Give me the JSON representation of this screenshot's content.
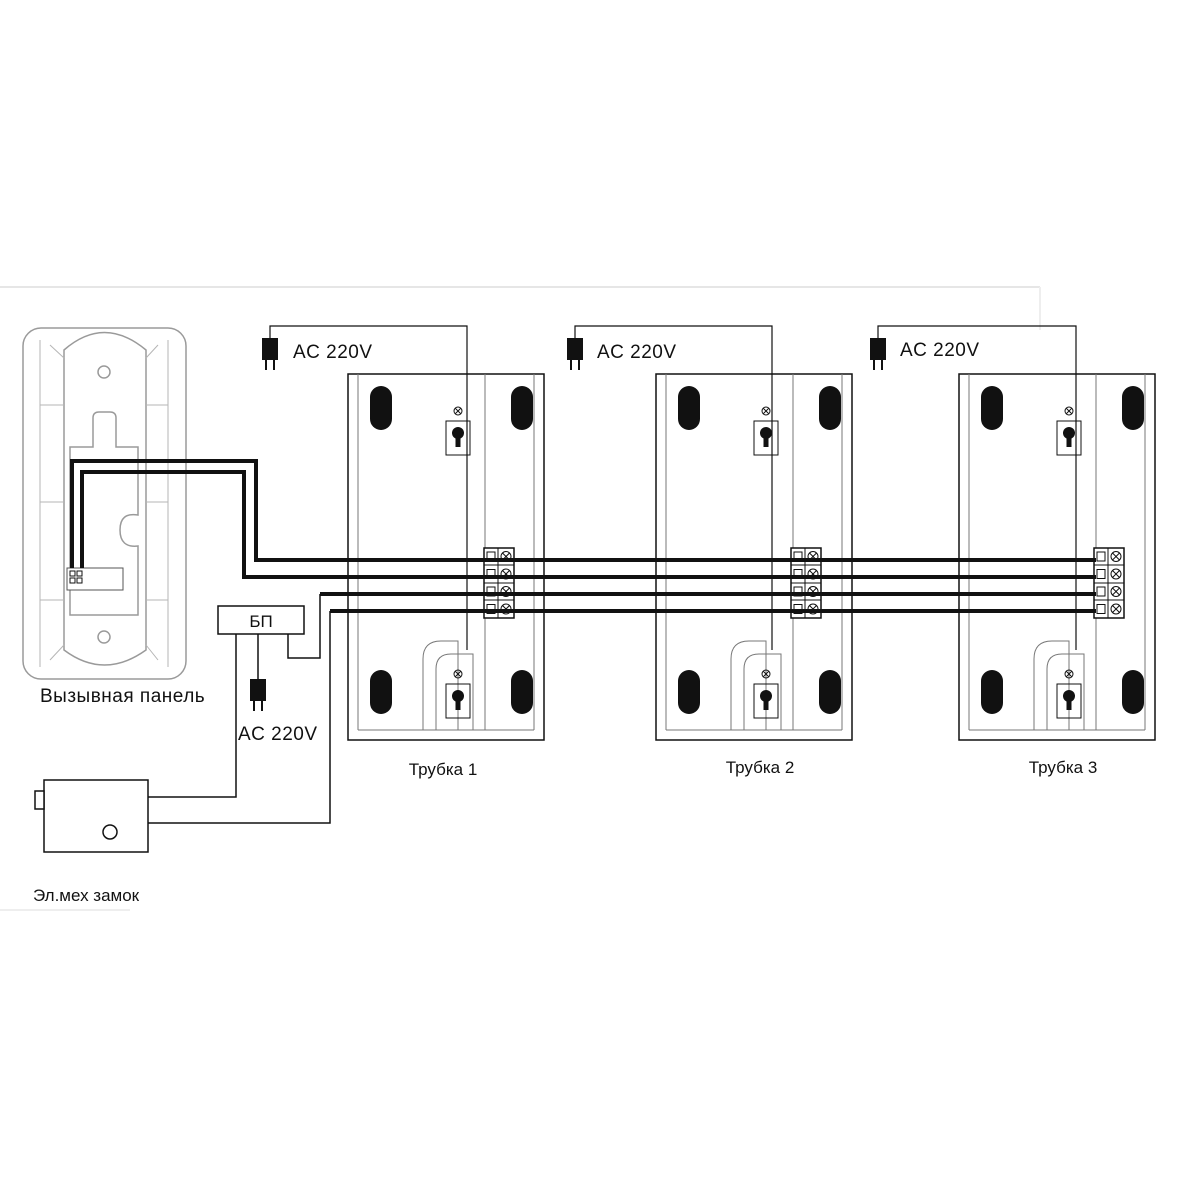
{
  "labels": {
    "power_supply": "БП",
    "mains": "AC 220V",
    "call_panel": "Вызывная панель",
    "lock": "Эл.мех замок"
  },
  "handsets": [
    {
      "label": "Трубка 1"
    },
    {
      "label": "Трубка 2"
    },
    {
      "label": "Трубка 3"
    }
  ],
  "colors": {
    "line": "#111111",
    "panel_gray": "#9a9a9a",
    "background": "#ffffff"
  }
}
